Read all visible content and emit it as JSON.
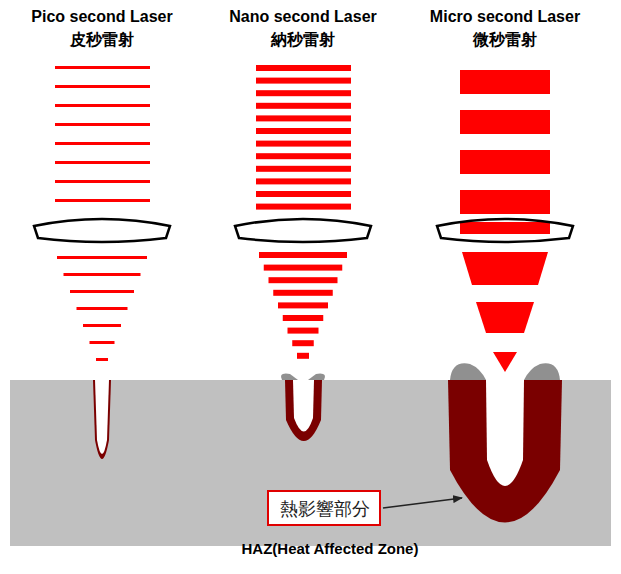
{
  "diagram": {
    "nodes": [
      {
        "text": [
          "熱影響部分"
        ]
      }
    ],
    "labels": [
      "Pico second Laser",
      "皮秒雷射",
      "Nano second Laser",
      "納秒雷射",
      "Micro second Laser",
      "微秒雷射",
      "HAZ(Heat Affected Zone)"
    ]
  }
}
